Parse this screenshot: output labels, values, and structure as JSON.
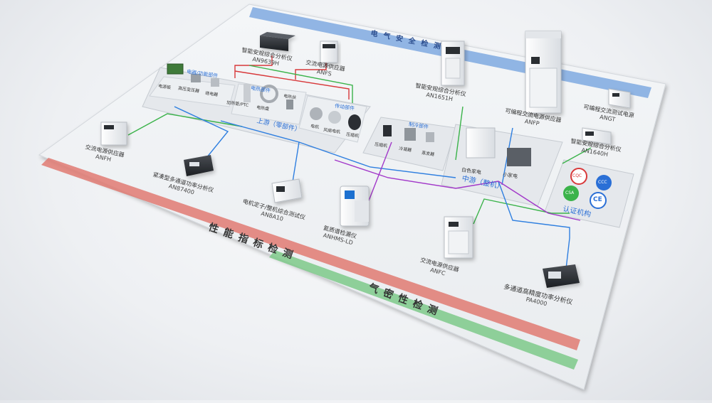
{
  "bands": {
    "electrical_safety": "电气安全检测",
    "performance": "性能指标检测",
    "airtight": "气密性检测"
  },
  "stages": {
    "upstream": "上游（零部件）",
    "midstream": "中游（整机）",
    "certification": "认证机构"
  },
  "groups": {
    "electronic_functional": "电器/功能部件",
    "thermal": "电热部件",
    "drive": "传动部件",
    "refrigeration": "制冷部件"
  },
  "parts": {
    "power_board": "电源板",
    "hv_transformer": "高压变压器",
    "relay": "继电器",
    "ptc_heater": "加热管/PTC",
    "heating_plate": "电热盘",
    "heating_wire": "电热丝",
    "motor": "电机",
    "fan_motor": "风扇电机",
    "compressor": "压缩机",
    "compressor2": "压缩机",
    "condenser": "冷凝器",
    "evaporator": "蒸发器",
    "white_goods": "白色家电",
    "small_appliance": "小家电"
  },
  "instruments": {
    "safety_analyzer_top": {
      "name": "智能安规综合分析仪",
      "code": "AN9639H"
    },
    "ac_source_top": {
      "name": "交流电源供应器",
      "code": "ANFS"
    },
    "safety_analyzer_mid": {
      "name": "智能安规综合分析仪",
      "code": "AN1651H"
    },
    "prog_ac_source": {
      "name": "可编程交流电源供应器",
      "code": "ANFP"
    },
    "prog_ac_test_source": {
      "name": "可编程交流测试电源",
      "code": "ANGT"
    },
    "safety_analyzer_right": {
      "name": "智能安规综合分析仪",
      "code": "AN1640H"
    },
    "ac_source_left": {
      "name": "交流电源供应器",
      "code": "ANFH"
    },
    "power_analyzer_compact": {
      "name": "紧凑型多通道功率分析仪",
      "code": "AN87400"
    },
    "motor_tester": {
      "name": "电机定子/整机综合测试仪",
      "code": "AN8A10"
    },
    "leak_detector": {
      "name": "氦质谱检漏仪",
      "code": "ANHMS-LD"
    },
    "ac_source_bottom": {
      "name": "交流电源供应器",
      "code": "ANFC"
    },
    "power_analyzer_multi": {
      "name": "多通道高精度功率分析仪",
      "code": "PA4000"
    }
  },
  "certifications": [
    "CQC",
    "CCC",
    "CSA",
    "CE"
  ],
  "colors": {
    "safety_band": "#7fa9e0",
    "performance_band": "#e07a72",
    "airtight_band": "#7ec98a",
    "line_red": "#d8383a",
    "line_green": "#3bb34a",
    "line_blue": "#2f7fe0",
    "line_purple": "#a238c9",
    "accent_blue": "#2a6fd6"
  }
}
